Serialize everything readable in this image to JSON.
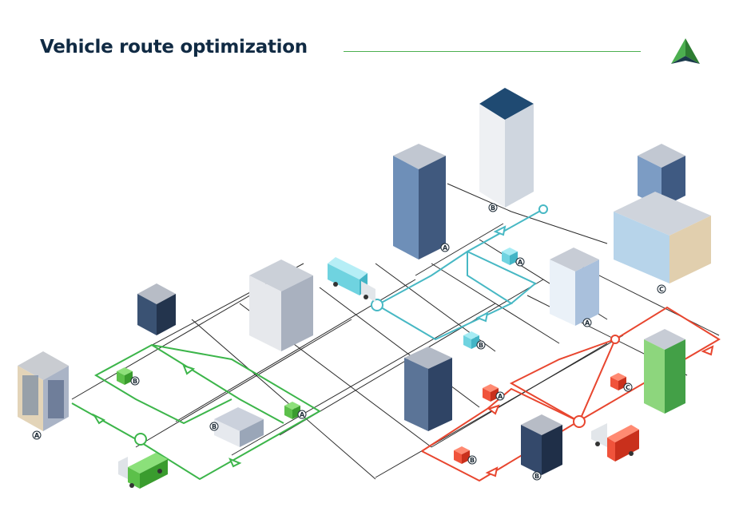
{
  "header": {
    "title": "Vehicle route optimization",
    "logo_icon": "green-triangle-logo-icon"
  },
  "colors": {
    "title": "#102a43",
    "road": "#2b2b2b",
    "route_green": "#3cb54a",
    "route_teal": "#47b8c4",
    "route_red": "#e8462f"
  },
  "routes": [
    {
      "color": "green",
      "stops": [
        "A",
        "B",
        "B",
        "A"
      ]
    },
    {
      "color": "teal",
      "stops": [
        "A",
        "B",
        "A",
        "B"
      ]
    },
    {
      "color": "red",
      "stops": [
        "A",
        "B",
        "B",
        "C",
        "C",
        "A"
      ]
    }
  ],
  "labels": {
    "green_building_a": "A",
    "green_building_b": "B",
    "green_box_b": "B",
    "green_box_a": "A",
    "teal_tower_a": "A",
    "teal_tower_b": "B",
    "teal_box_a": "A",
    "teal_box_b": "B",
    "mid_building_a": "A",
    "office_cluster_c": "C",
    "red_box_a": "A",
    "red_box_b": "B",
    "red_box_c": "C",
    "red_building_b": "B"
  }
}
